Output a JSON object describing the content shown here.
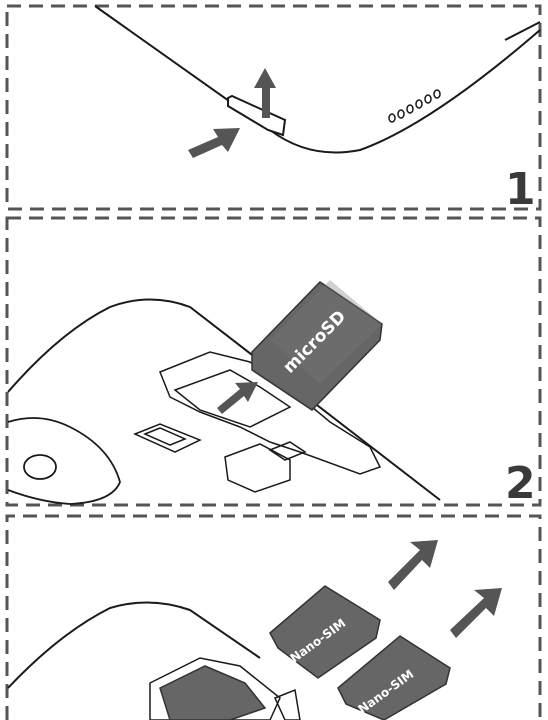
{
  "steps": [
    {
      "number": "1"
    },
    {
      "number": "2",
      "card_label": "microSD"
    },
    {
      "card_label_a": "Nano-SIM",
      "card_label_b": "Nano-SIM"
    }
  ],
  "colors": {
    "line": "#1a1a1a",
    "dash": "#555555",
    "card_fill": "#666666",
    "card_top": "#8a8a8a",
    "arrow": "#555555",
    "number": "#3a3a3a"
  }
}
